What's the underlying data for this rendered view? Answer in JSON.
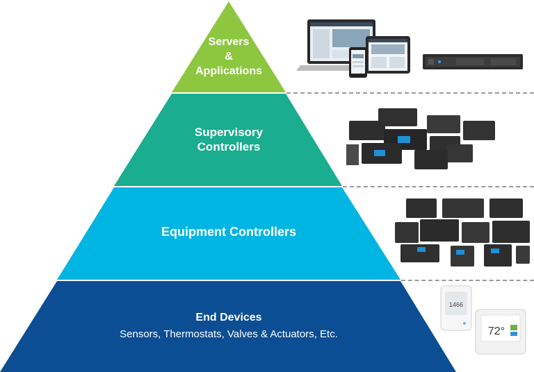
{
  "tiers": [
    {
      "id": "servers",
      "title_lines": [
        "Servers",
        "&",
        "Applications"
      ],
      "color": "#8dc63f"
    },
    {
      "id": "supervisory",
      "title_lines": [
        "Supervisory",
        "Controllers"
      ],
      "color": "#1aad8f"
    },
    {
      "id": "equipment",
      "title_lines": [
        "Equipment Controllers"
      ],
      "color": "#00b5e2"
    },
    {
      "id": "end-devices",
      "title_lines": [
        "End Devices"
      ],
      "subtitle": "Sensors, Thermostats, Valves & Actuators, Etc.",
      "color": "#0b4e93"
    }
  ],
  "thermostat": {
    "sensor_reading": "1466",
    "temperature": "72°"
  }
}
